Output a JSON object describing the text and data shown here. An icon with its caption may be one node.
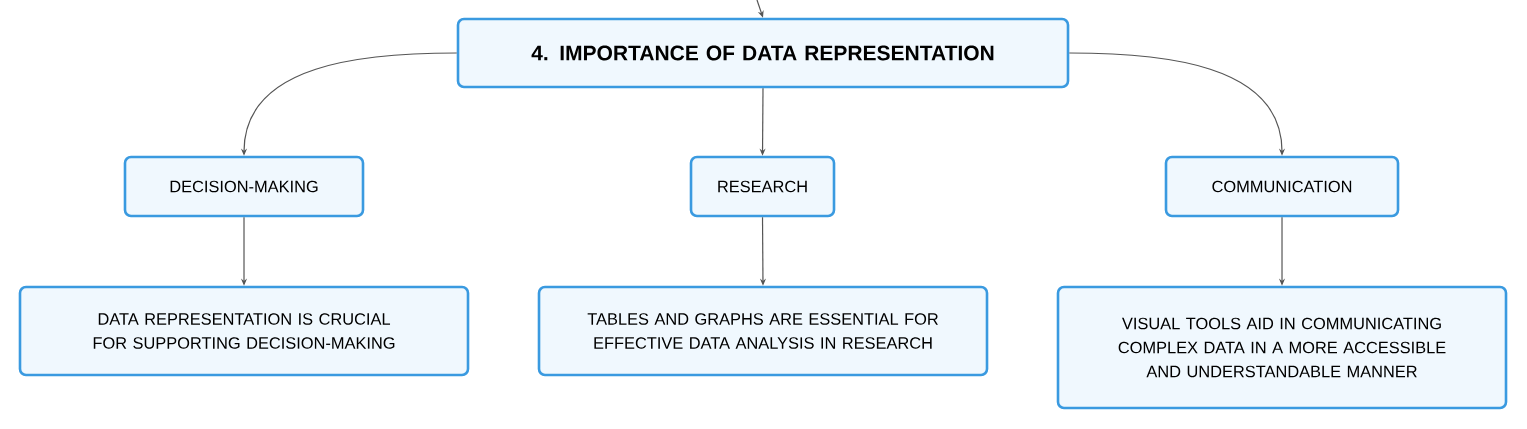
{
  "diagram": {
    "nodes": [
      {
        "text": [
          "4. IMPORTANCE OF DATA REPRESENTATION"
        ]
      },
      {
        "text": [
          "DECISION-MAKING"
        ]
      },
      {
        "text": [
          "RESEARCH"
        ]
      },
      {
        "text": [
          "COMMUNICATION"
        ]
      },
      {
        "text": [
          "DATA REPRESENTATION IS CRUCIAL FOR SUPPORTING DECISION-MAKING"
        ]
      },
      {
        "text": [
          "TABLES AND GRAPHS ARE ESSENTIAL FOR EFFECTIVE DATA ANALYSIS IN RESEARCH"
        ]
      },
      {
        "text": [
          "VISUAL TOOLS AID IN COMMUNICATING COMPLEX DATA IN A MORE ACCESSIBLE AND UNDERSTANDABLE MANNER"
        ]
      }
    ],
    "edges": [
      {
        "from": null,
        "to": 0,
        "arrow": "to"
      },
      {
        "from": 0,
        "to": 1,
        "arrow": "to"
      },
      {
        "from": 0,
        "to": 2,
        "arrow": "to"
      },
      {
        "from": 0,
        "to": 3,
        "arrow": "to"
      },
      {
        "from": 1,
        "to": 4,
        "arrow": "to"
      },
      {
        "from": 2,
        "to": 5,
        "arrow": "to"
      },
      {
        "from": 3,
        "to": 6,
        "arrow": "to"
      }
    ]
  }
}
